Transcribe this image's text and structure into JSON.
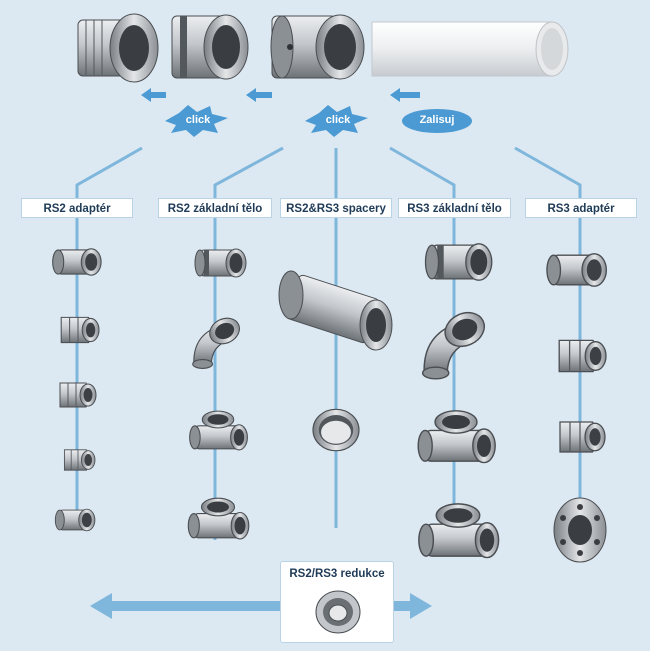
{
  "badges": {
    "click_left": "click",
    "click_right": "click",
    "slide": "Zalisuj"
  },
  "columns": [
    {
      "id": "rs2-adapter",
      "label": "RS2 adaptér"
    },
    {
      "id": "rs2-body",
      "label": "RS2 základní tělo"
    },
    {
      "id": "spacers",
      "label": "RS2&RS3 spacery"
    },
    {
      "id": "rs3-body",
      "label": "RS3 základní tělo"
    },
    {
      "id": "rs3-adapter",
      "label": "RS3 adaptér"
    }
  ],
  "reduction": {
    "label": "RS2/RS3 redukce"
  },
  "colors": {
    "background": "#dde9f2",
    "line": "#7fb6dc",
    "badge": "#4c9ad3",
    "metal_dark": "#55595e",
    "metal_light": "#d9dcdf",
    "tube": "#f1f2f3"
  },
  "icons": {
    "fittings": [
      "adapter-fitting-icon",
      "body-fitting-icon",
      "elbow-fitting-icon",
      "tee-fitting-icon",
      "spacer-icon",
      "flange-icon",
      "reducer-ring-icon",
      "pipe-tube-icon"
    ]
  }
}
